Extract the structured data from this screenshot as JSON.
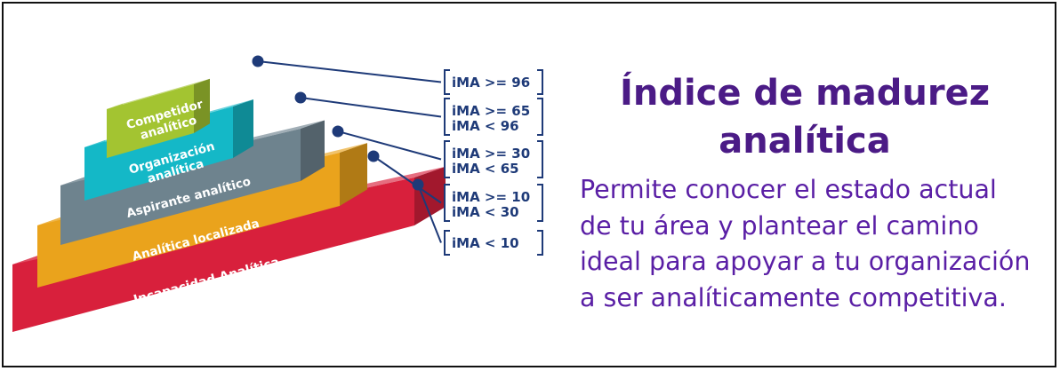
{
  "colors": {
    "title": "#4b1b86",
    "body_text": "#5a1fa5",
    "connector": "#1e3a78",
    "bracket_text": "#1e3a78"
  },
  "pyramid": {
    "levels": [
      {
        "label": "Competidor analítico",
        "label_lines": [
          "Competidor",
          "analítico"
        ],
        "color": "#a3c431",
        "range_lines": [
          "iMA >= 96"
        ]
      },
      {
        "label": "Organización analítica",
        "label_lines": [
          "Organización",
          "analítica"
        ],
        "color": "#14b8c7",
        "range_lines": [
          "iMA >= 65",
          "iMA < 96"
        ]
      },
      {
        "label": "Aspirante analítico",
        "label_lines": [
          "Aspirante analítico"
        ],
        "color": "#6e838e",
        "range_lines": [
          "iMA >= 30",
          "iMA < 65"
        ]
      },
      {
        "label": "Analítica localizada",
        "label_lines": [
          "Analítica localizada"
        ],
        "color": "#eaa31c",
        "range_lines": [
          "iMA >= 10",
          "iMA < 30"
        ]
      },
      {
        "label": "Incapacidad Analítica",
        "label_lines": [
          "Incapacidad Analítica"
        ],
        "color": "#d8203c",
        "range_lines": [
          "iMA < 10"
        ]
      }
    ]
  },
  "heading": {
    "title_lines": [
      "Índice de madurez",
      "analítica"
    ],
    "description_lines": [
      "Permite conocer el estado actual",
      "de tu área y plantear el camino",
      "ideal para apoyar a tu organización",
      "a ser analíticamente competitiva."
    ]
  }
}
